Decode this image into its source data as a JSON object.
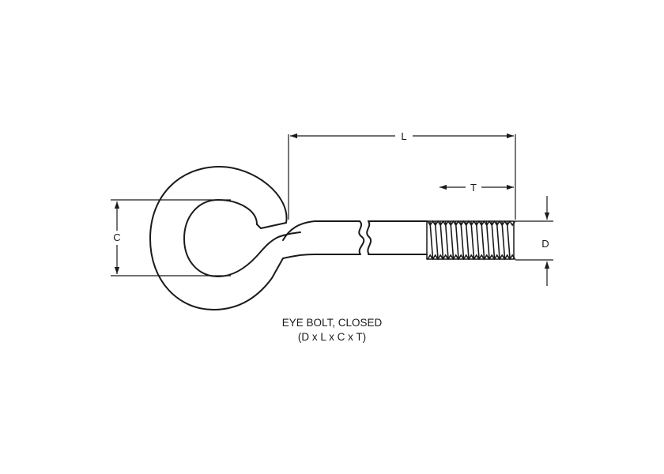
{
  "diagram": {
    "title": "EYE BOLT, CLOSED",
    "subtitle": "(D x L x C x T)",
    "dimensions": {
      "length": "L",
      "thread_length": "T",
      "diameter": "D",
      "eye_inner_diameter": "C"
    },
    "colors": {
      "line": "#1a1a1a",
      "background": "#ffffff"
    }
  }
}
